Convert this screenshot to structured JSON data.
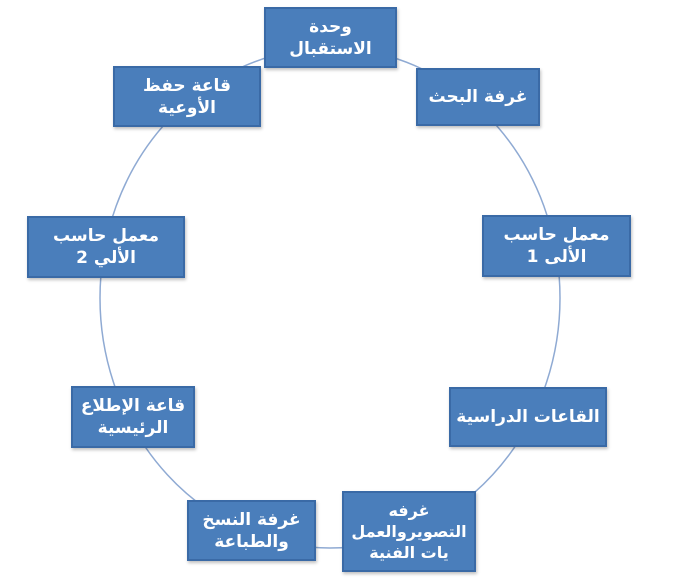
{
  "colors": {
    "box_fill": "#4a7ebb",
    "box_border": "#3a6aa6",
    "ring": "#8faad3",
    "text": "#ffffff"
  },
  "nodes": [
    {
      "id": "reception",
      "label": "وحدة\nالاستقبال"
    },
    {
      "id": "research",
      "label": "غرفة البحث"
    },
    {
      "id": "lab1",
      "label": "معمل حاسب\nالألى 1"
    },
    {
      "id": "classrooms",
      "label": "القاعات الدراسية"
    },
    {
      "id": "photo-labs",
      "label": "غرفه\nالتصويروالعمل\nيات الفنية"
    },
    {
      "id": "copy-print",
      "label": "غرفة النسخ\nوالطباعة"
    },
    {
      "id": "reading-hall",
      "label": "قاعة الإطلاع\nالرئيسية"
    },
    {
      "id": "lab2",
      "label": "معمل حاسب\nالألي 2"
    },
    {
      "id": "storage-hall",
      "label": "قاعة حفظ\nالأوعية"
    }
  ]
}
